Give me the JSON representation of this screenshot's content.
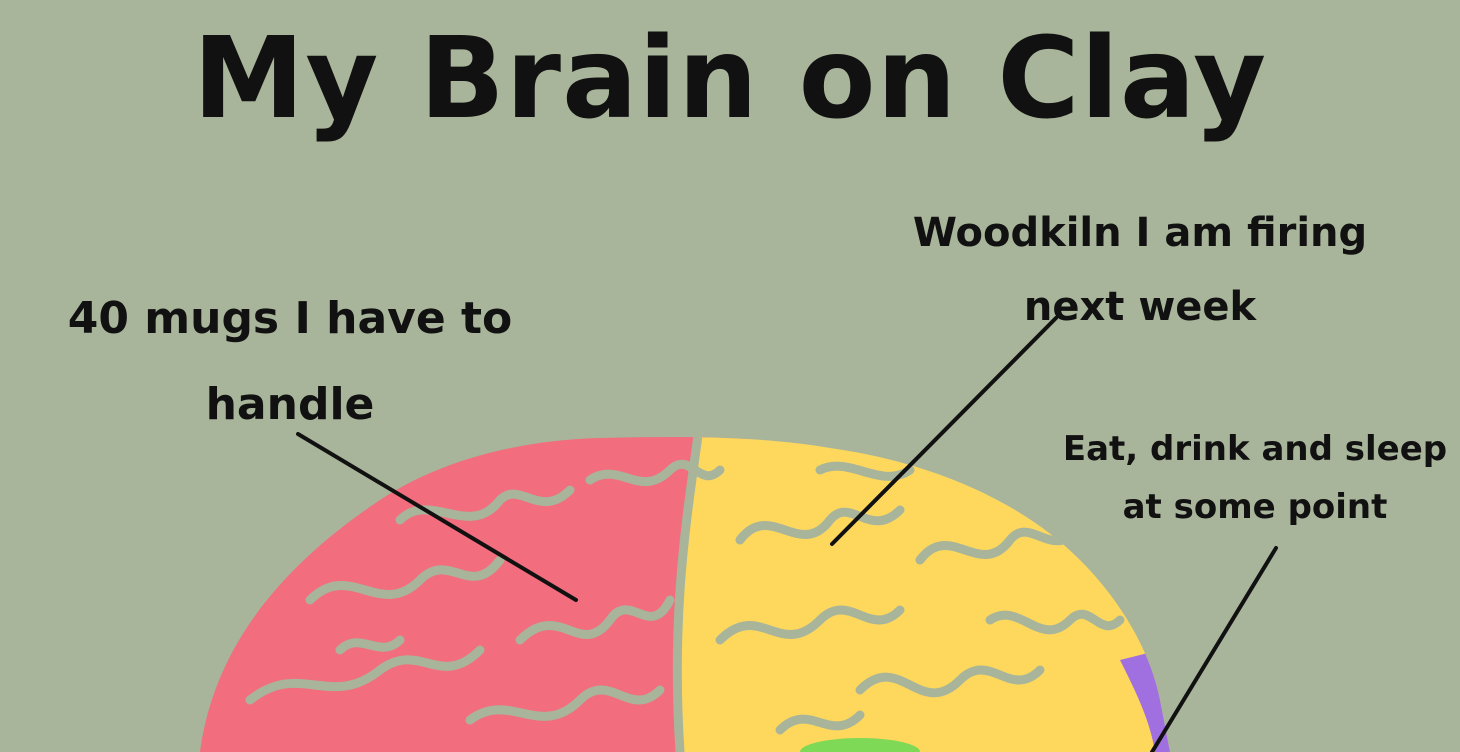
{
  "title": "My Brain on Clay",
  "annotations": {
    "mugs": "40 mugs I have to handle",
    "woodkiln": "Woodkiln I am firing next week",
    "eat": "Eat, drink and sleep at some point"
  },
  "colors": {
    "background": "#a8b59a",
    "frontal_lobe": "#f26d7d",
    "parietal_lobe": "#fed85d",
    "occipital_lobe": "#a070e0",
    "temporal_lobe": "#7ed957",
    "sulci": "#a8b59a",
    "ink": "#111111"
  }
}
